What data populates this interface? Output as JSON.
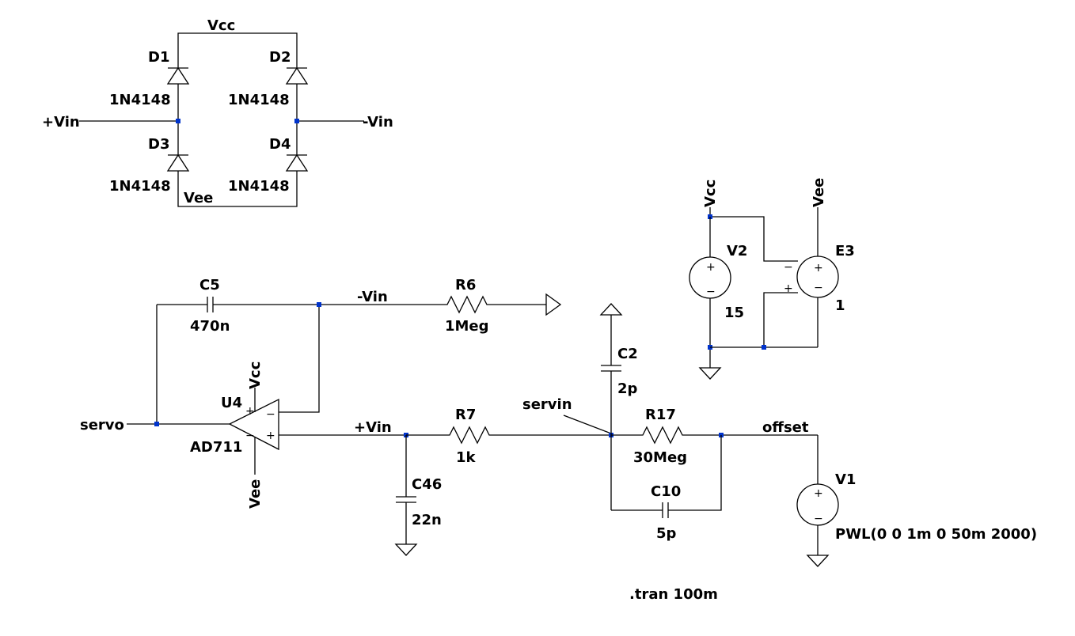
{
  "labels": {
    "vcc_top": "Vcc",
    "vee_bridge": "Vee",
    "d1": "D1",
    "d2": "D2",
    "d3": "D3",
    "d4": "D4",
    "d1_model": "1N4148",
    "d2_model": "1N4148",
    "d3_model": "1N4148",
    "d4_model": "1N4148",
    "vin_plus_left": "+Vin",
    "vin_minus_right": "-Vin",
    "c5": "C5",
    "c5_val": "470n",
    "vin_minus_net": "-Vin",
    "r6": "R6",
    "r6_val": "1Meg",
    "u4": "U4",
    "u4_model": "AD711",
    "u4_vcc": "Vcc",
    "u4_vee": "Vee",
    "servo": "servo",
    "vin_plus_net": "+Vin",
    "r7": "R7",
    "r7_val": "1k",
    "c46": "C46",
    "c46_val": "22n",
    "servin": "servin",
    "c2": "C2",
    "c2_val": "2p",
    "r17": "R17",
    "r17_val": "30Meg",
    "c10": "C10",
    "c10_val": "5p",
    "offset": "offset",
    "v1": "V1",
    "v1_val": "PWL(0 0 1m 0 50m 2000)",
    "v2": "V2",
    "v2_val": "15",
    "e3": "E3",
    "e3_val": "1",
    "vcc_src": "Vcc",
    "vee_src": "Vee",
    "tran": ".tran 100m",
    "plus": "+",
    "minus": "−"
  },
  "colors": {
    "wire": "#000000",
    "junction": "#0033cc",
    "background": "#ffffff"
  }
}
